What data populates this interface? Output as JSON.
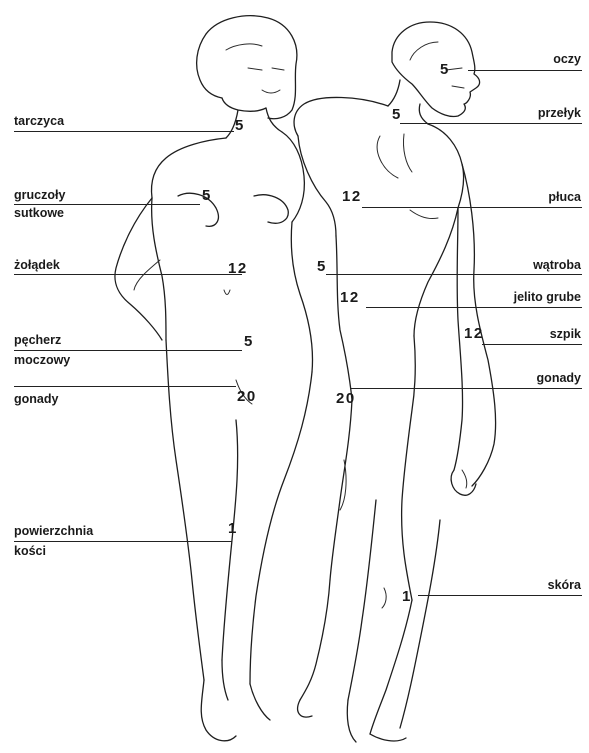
{
  "diagram": {
    "left_labels": [
      {
        "lines": [
          "tarczyca"
        ],
        "value": "5"
      },
      {
        "lines": [
          "gruczoły",
          "sutkowe"
        ],
        "value": "5"
      },
      {
        "lines": [
          "żołądek"
        ],
        "value": "12"
      },
      {
        "lines": [
          "pęcherz",
          "moczowy"
        ],
        "value": "5"
      },
      {
        "lines": [
          "gonady"
        ],
        "value": "20"
      },
      {
        "lines": [
          "powierzchnia",
          "kości"
        ],
        "value": "1"
      }
    ],
    "right_labels": [
      {
        "lines": [
          "oczy"
        ],
        "value": "5"
      },
      {
        "lines": [
          "przełyk"
        ],
        "value": "5"
      },
      {
        "lines": [
          "płuca"
        ],
        "value": "12"
      },
      {
        "lines": [
          "wątroba"
        ],
        "value": "5"
      },
      {
        "lines": [
          "jelito grube"
        ],
        "value": "12"
      },
      {
        "lines": [
          "szpik"
        ],
        "value": "12"
      },
      {
        "lines": [
          "gonady"
        ],
        "value": "20"
      },
      {
        "lines": [
          "skóra"
        ],
        "value": "1"
      }
    ]
  }
}
